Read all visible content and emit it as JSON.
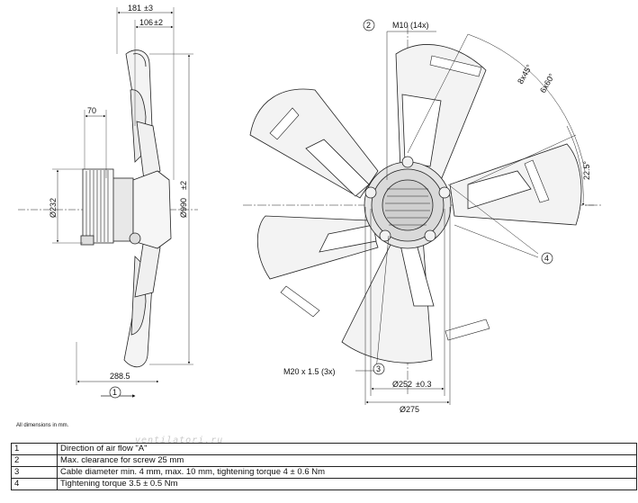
{
  "side_view": {
    "dim_181": "181",
    "dim_181_tol": "±3",
    "dim_106": "106",
    "dim_106_tol": "±2",
    "dim_70": "70",
    "dim_232": "Ø232",
    "dim_990": "Ø990",
    "dim_990_tol": "±2",
    "dim_288": "288.5",
    "callout_1": "1"
  },
  "front_view": {
    "callout_2": "2",
    "m10_label": "M10 (14x)",
    "angle_8x45": "8x45°",
    "angle_6x60": "6x60°",
    "angle_22": "22.5°",
    "callout_4": "4",
    "m20_label": "M20 x 1.5 (3x)",
    "callout_3": "3",
    "dim_252": "Ø252",
    "dim_252_tol": "±0.3",
    "dim_275": "Ø275"
  },
  "note": "All dimensions in mm.",
  "watermark": "ventilatori.ru",
  "notes_table": [
    {
      "num": "1",
      "text": "Direction of air flow \"A\""
    },
    {
      "num": "2",
      "text": "Max. clearance for screw 25 mm"
    },
    {
      "num": "3",
      "text": "Cable diameter min. 4 mm, max. 10 mm, tightening torque 4 ± 0.6 Nm"
    },
    {
      "num": "4",
      "text": "Tightening torque 3.5 ± 0.5 Nm"
    }
  ]
}
